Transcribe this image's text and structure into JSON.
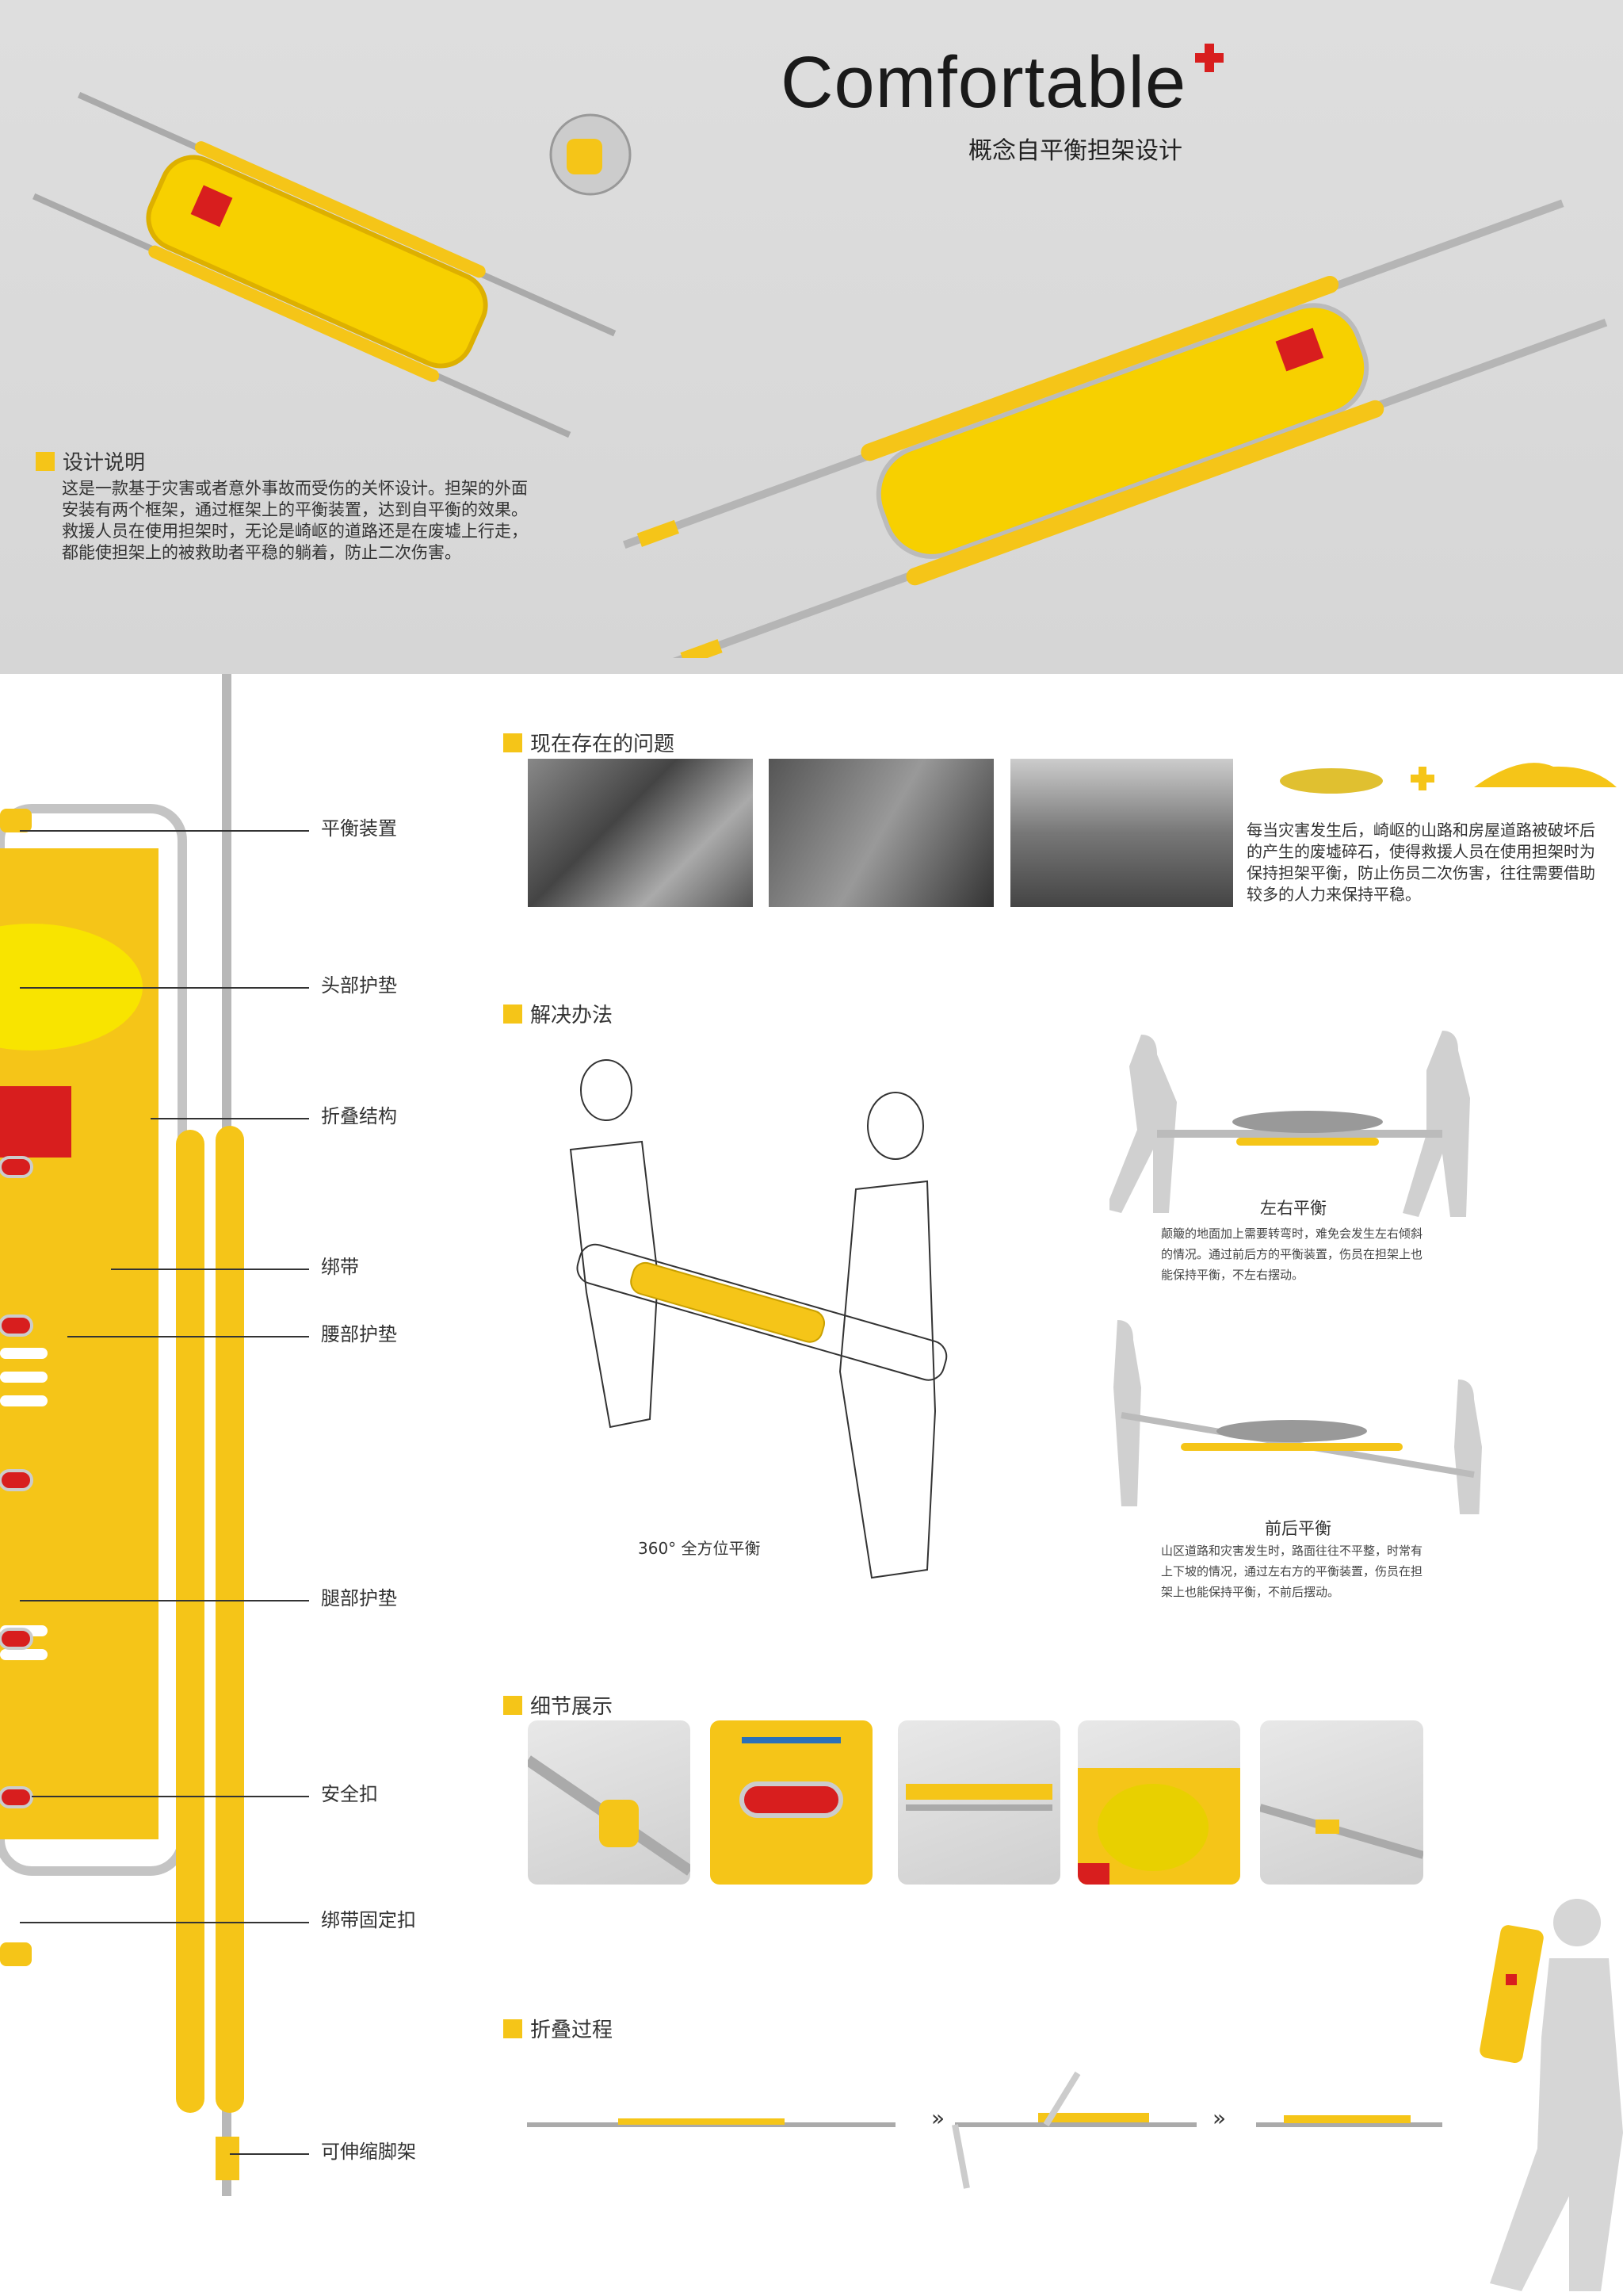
{
  "header": {
    "title": "Comfortable",
    "subtitle": "概念自平衡担架设计"
  },
  "design_note": {
    "heading": "设计说明",
    "lines": [
      "这是一款基于灾害或者意外事故而受伤的关怀设计。担架的外面",
      "安装有两个框架，通过框架上的平衡装置，达到自平衡的效果。",
      "救援人员在使用担架时，无论是崎岖的道路还是在废墟上行走，",
      "都能使担架上的被救助者平稳的躺着，防止二次伤害。"
    ]
  },
  "parts": [
    "平衡装置",
    "头部护垫",
    "折叠结构",
    "绑带",
    "腰部护垫",
    "腿部护垫",
    "安全扣",
    "绑带固定扣",
    "可伸缩脚架"
  ],
  "problem": {
    "heading": "现在存在的问题",
    "lines": [
      "每当灾害发生后，崎岖的山路和房屋道路被破坏后",
      "的产生的废墟碎石，使得救援人员在使用担架时为",
      "保持担架平衡，防止伤员二次伤害，往往需要借助",
      "较多的人力来保持平稳。"
    ]
  },
  "solution": {
    "heading": "解决办法",
    "caption": "360° 全方位平衡",
    "lr": {
      "title": "左右平衡",
      "lines": [
        "颠簸的地面加上需要转弯时，难免会发生左右倾斜",
        "的情况。通过前后方的平衡装置，伤员在担架上也",
        "能保持平衡，不左右摆动。"
      ]
    },
    "fb": {
      "title": "前后平衡",
      "lines": [
        "山区道路和灾害发生时，路面往往不平整，时常有",
        "上下坡的情况，通过左右方的平衡装置，伤员在担",
        "架上也能保持平衡，不前后摆动。"
      ]
    }
  },
  "details": {
    "heading": "细节展示"
  },
  "folding": {
    "heading": "折叠过程",
    "arrow": "»"
  },
  "colors": {
    "accent": "#f5c518",
    "red": "#d81e1e",
    "bg_top": "#dadada"
  }
}
